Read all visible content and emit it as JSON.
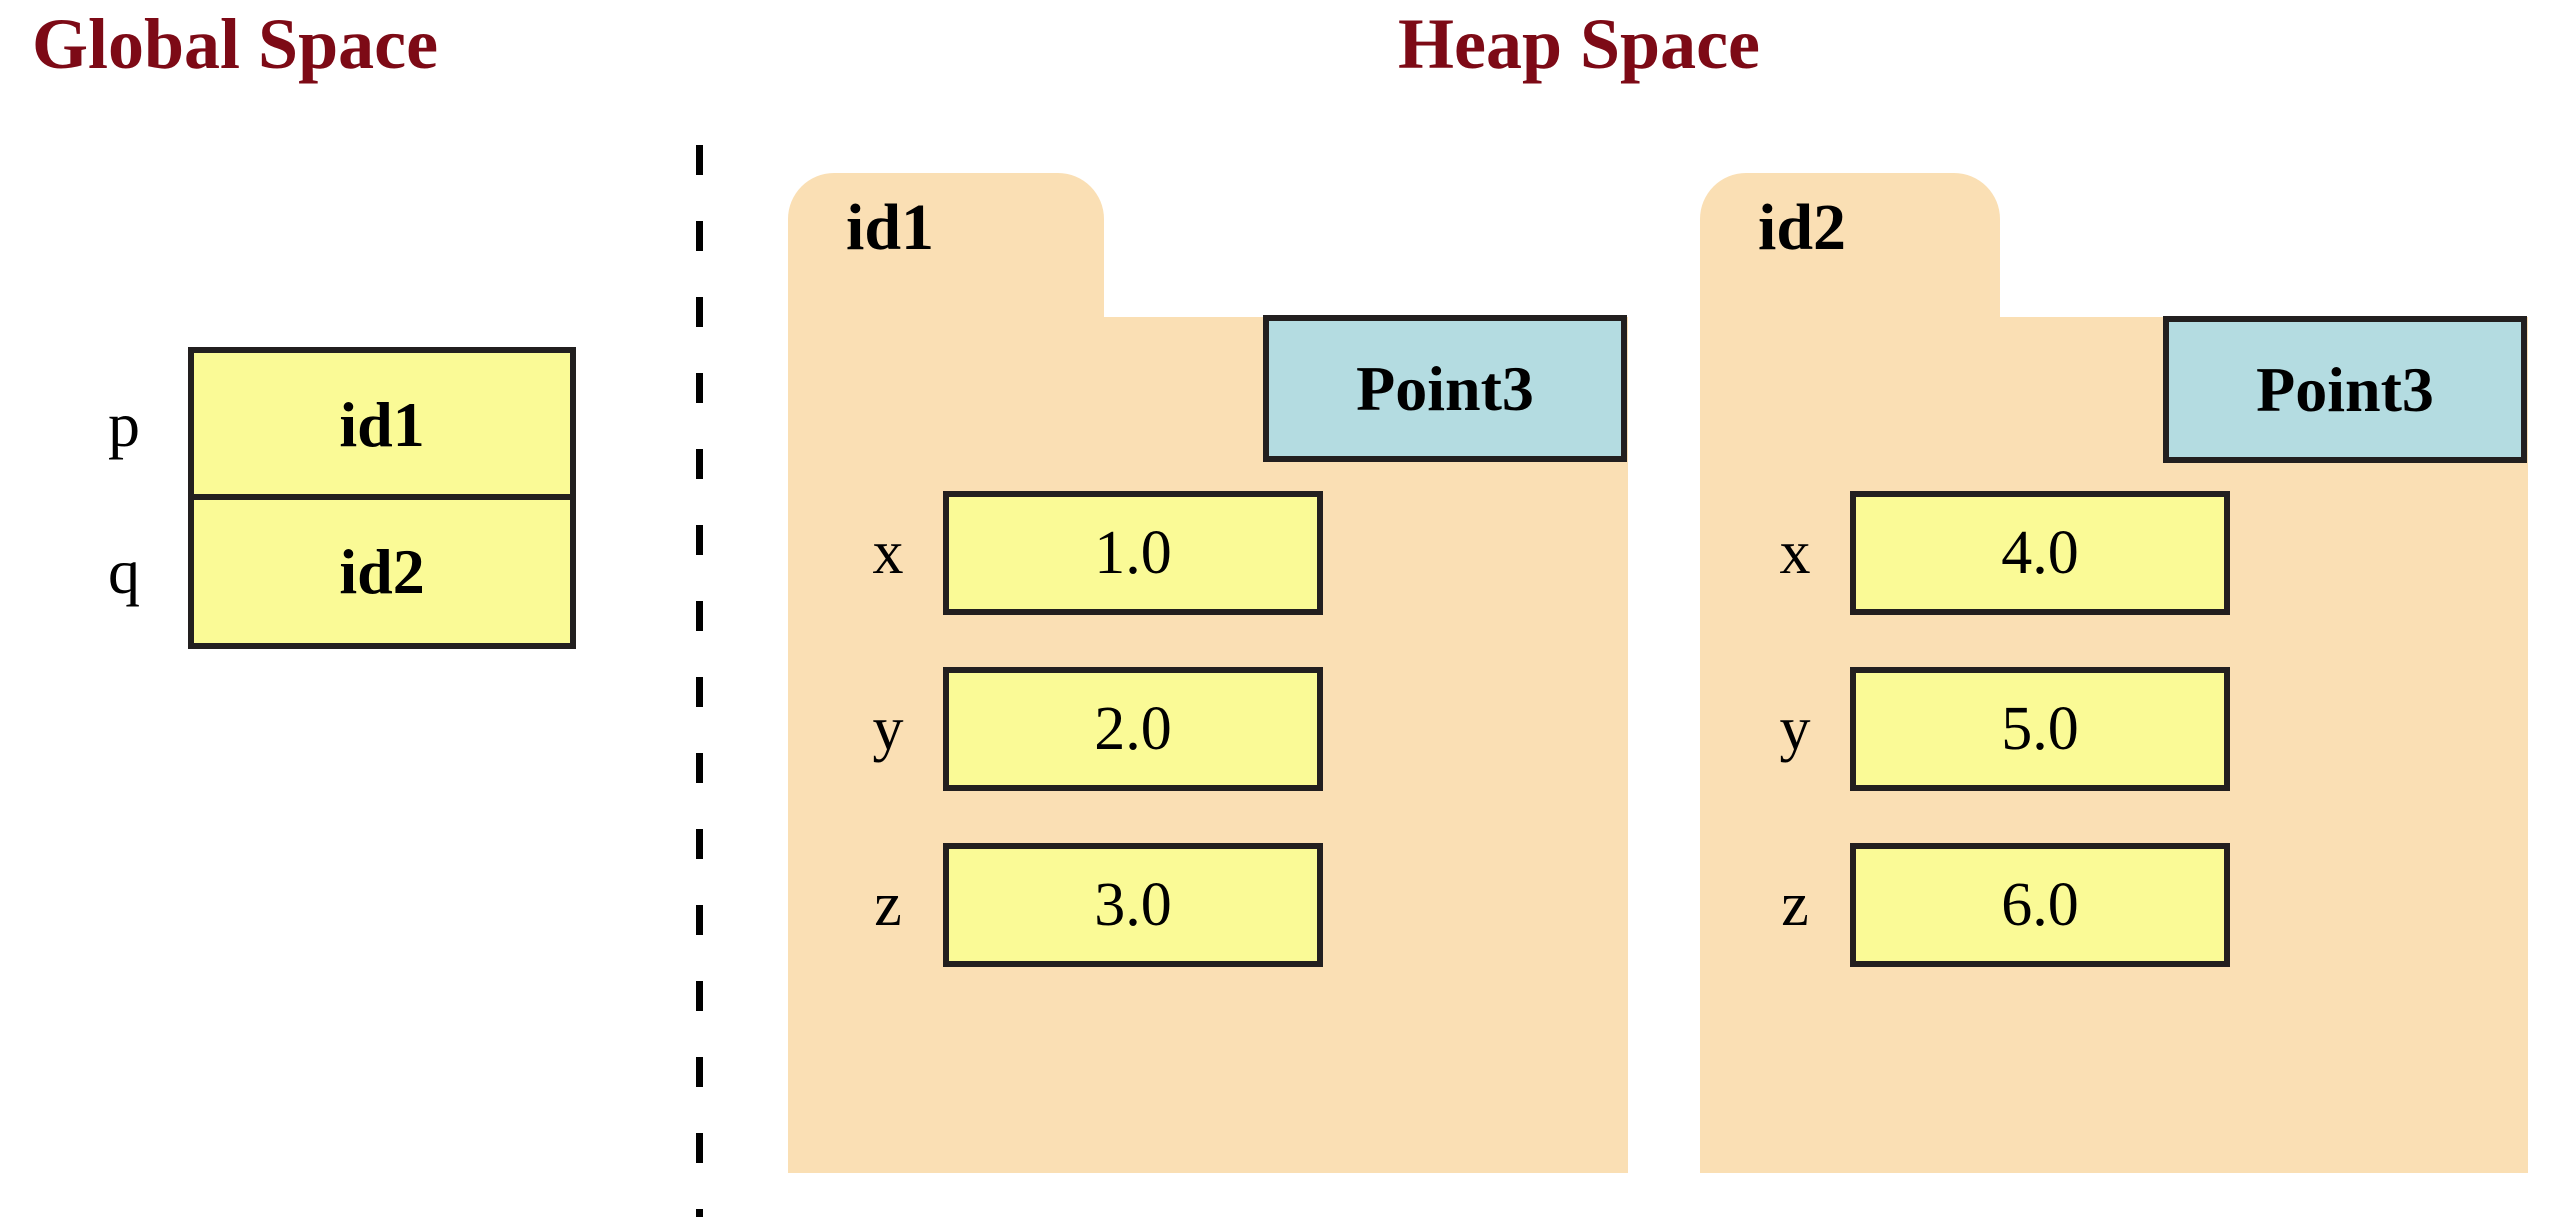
{
  "sections": {
    "global": {
      "title": "Global Space"
    },
    "heap": {
      "title": "Heap Space"
    }
  },
  "colors": {
    "title_text": "#7D0A16",
    "folder_fill": "#FADFB4",
    "value_fill": "#FAFA96",
    "type_tag_fill": "#B4DCE1",
    "border": "#221F1F",
    "text": "#000000",
    "background": "#FFFFFF"
  },
  "global_variables": [
    {
      "name": "p",
      "value": "id1"
    },
    {
      "name": "q",
      "value": "id2"
    }
  ],
  "heap_objects": [
    {
      "id": "id1",
      "type": "Point3",
      "attributes": [
        {
          "name": "x",
          "value": "1.0"
        },
        {
          "name": "y",
          "value": "2.0"
        },
        {
          "name": "z",
          "value": "3.0"
        }
      ]
    },
    {
      "id": "id2",
      "type": "Point3",
      "attributes": [
        {
          "name": "x",
          "value": "4.0"
        },
        {
          "name": "y",
          "value": "5.0"
        },
        {
          "name": "z",
          "value": "6.0"
        }
      ]
    }
  ],
  "divider": {
    "style": "dashed-vertical"
  }
}
